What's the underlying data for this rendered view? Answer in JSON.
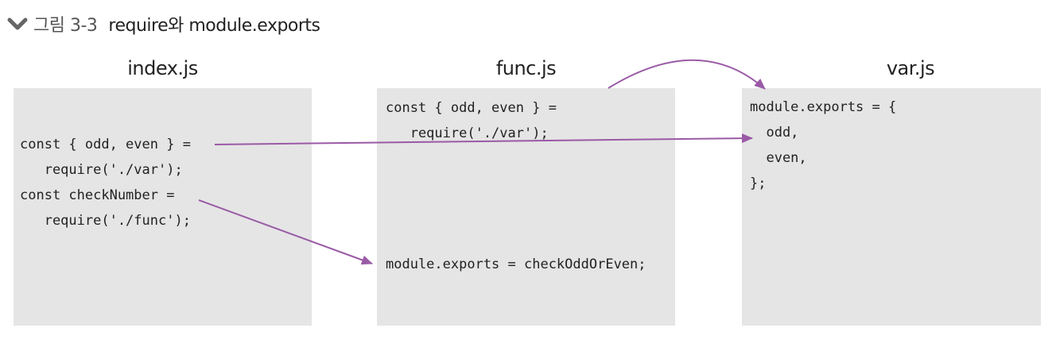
{
  "figure": {
    "number": "그림 3-3",
    "title": "require와 module.exports"
  },
  "files": {
    "index": {
      "label": "index.js",
      "lines": [
        "const { odd, even } =",
        "   require('./var');",
        "const checkNumber =",
        "   require('./func');"
      ]
    },
    "func": {
      "label": "func.js",
      "top_lines": [
        "const { odd, even } =",
        "   require('./var');"
      ],
      "bottom_lines": [
        "module.exports = checkOddOrEven;"
      ]
    },
    "var": {
      "label": "var.js",
      "lines": [
        "module.exports = {",
        "  odd,",
        "  even,",
        "};"
      ]
    }
  },
  "colors": {
    "arrow": "#9a5aa6",
    "panel": "#e5e5e5",
    "chevron": "#666666"
  }
}
